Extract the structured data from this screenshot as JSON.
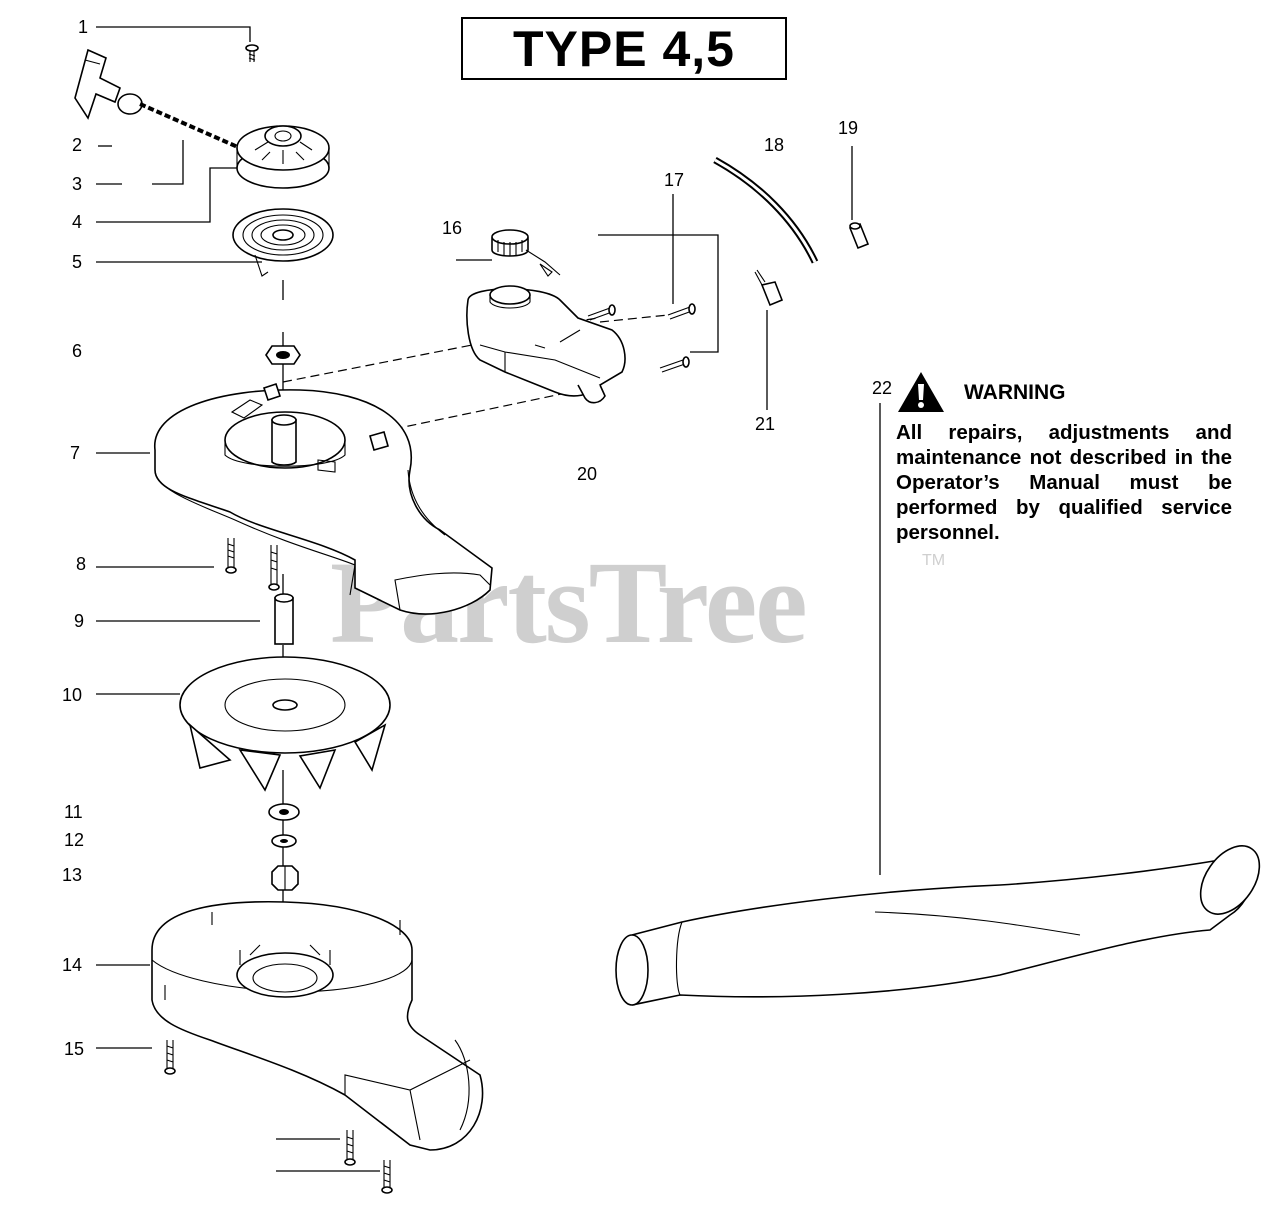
{
  "header": {
    "type_label": "TYPE 4,5"
  },
  "warning": {
    "title": "WARNING",
    "text": "All repairs, adjustments and maintenance not described in the Operator’s Manual must be performed by qualified service personnel."
  },
  "watermark": {
    "brand": "PartsTree",
    "trademark": "TM"
  },
  "callouts": [
    "1",
    "2",
    "3",
    "4",
    "5",
    "6",
    "7",
    "8",
    "9",
    "10",
    "11",
    "12",
    "13",
    "14",
    "15",
    "16",
    "17",
    "18",
    "19",
    "20",
    "21",
    "22"
  ],
  "icons": {
    "warning": "warning-triangle-icon"
  }
}
